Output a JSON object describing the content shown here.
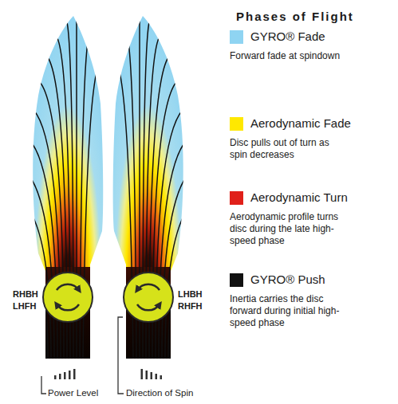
{
  "diagram": {
    "title": "Phases of Flight",
    "labels": [
      "RHBH",
      "LHFH",
      "LHBH",
      "RHFH",
      "Power Level",
      "Direction of Spin",
      "Forward fade at spindown",
      "Disc pulls out of turn as spin decreases",
      "Aerodynamic profile turns disc during the late high-speed phase",
      "Inertia carries the disc forward during initial high-speed phase"
    ],
    "legend": [
      {
        "text": "GYRO® Fade",
        "color": "#8fd4f2"
      },
      {
        "text": "Aerodynamic Fade",
        "color": "#ffe800"
      },
      {
        "text": "Aerodynamic Turn",
        "color": "#e0201a"
      },
      {
        "text": "GYRO® Push",
        "color": "#111111"
      }
    ]
  }
}
